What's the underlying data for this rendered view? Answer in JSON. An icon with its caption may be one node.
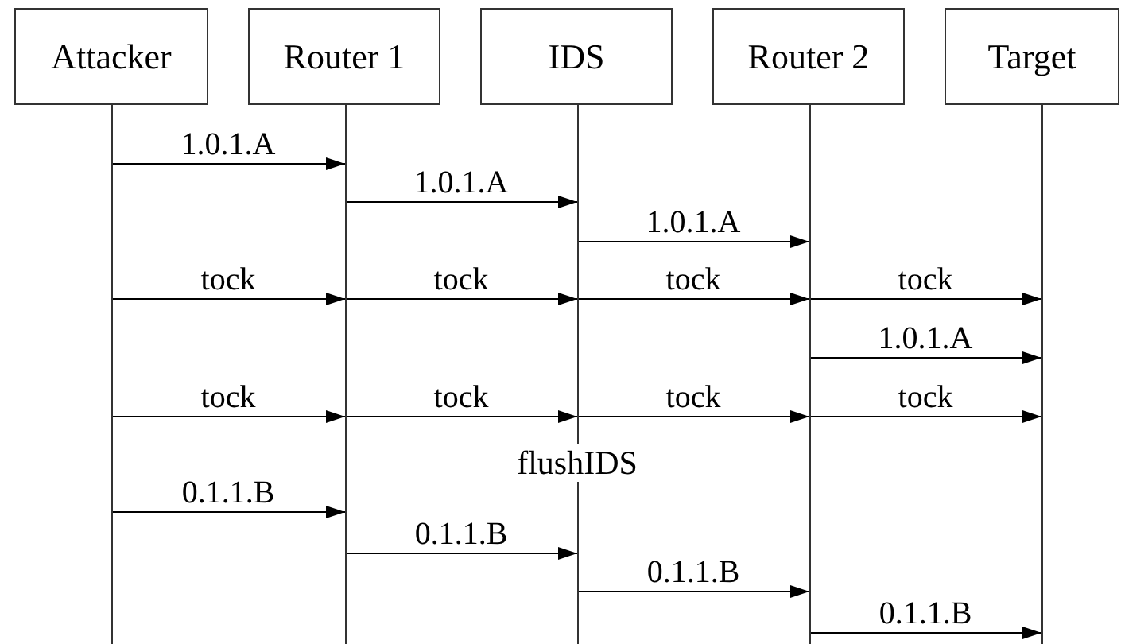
{
  "diagram": {
    "nodes": [
      {
        "text": [
          "Attacker"
        ]
      },
      {
        "text": [
          "Router 1"
        ]
      },
      {
        "text": [
          "IDS"
        ]
      },
      {
        "text": [
          "Router 2"
        ]
      },
      {
        "text": [
          "Target"
        ]
      },
      {
        "text": [],
        "shape": "line"
      },
      {
        "text": [],
        "shape": "line"
      },
      {
        "text": [],
        "shape": "line"
      },
      {
        "text": [],
        "shape": "line"
      },
      {
        "text": [],
        "shape": "line"
      }
    ],
    "edges": [
      {
        "from": 5,
        "to": 6,
        "arrow": "to",
        "label": "1.0.1.A"
      },
      {
        "from": 6,
        "to": 7,
        "arrow": "to",
        "label": "1.0.1.A"
      },
      {
        "from": 7,
        "to": 8,
        "arrow": "to",
        "label": "1.0.1.A"
      },
      {
        "from": 5,
        "to": 6,
        "arrow": "to",
        "label": "tock"
      },
      {
        "from": 6,
        "to": 7,
        "arrow": "to",
        "label": "tock"
      },
      {
        "from": 7,
        "to": 8,
        "arrow": "to",
        "label": "tock"
      },
      {
        "from": 8,
        "to": 9,
        "arrow": "to",
        "label": "tock"
      },
      {
        "from": 8,
        "to": 9,
        "arrow": "to",
        "label": "1.0.1.A"
      },
      {
        "from": 5,
        "to": 6,
        "arrow": "to",
        "label": "tock"
      },
      {
        "from": 6,
        "to": 7,
        "arrow": "to",
        "label": "tock"
      },
      {
        "from": 7,
        "to": 8,
        "arrow": "to",
        "label": "tock"
      },
      {
        "from": 8,
        "to": 9,
        "arrow": "to",
        "label": "tock"
      },
      {
        "from": 5,
        "to": 6,
        "arrow": "to",
        "label": "0.1.1.B"
      },
      {
        "from": 6,
        "to": 7,
        "arrow": "to",
        "label": "0.1.1.B"
      },
      {
        "from": 7,
        "to": 8,
        "arrow": "to",
        "label": "0.1.1.B"
      },
      {
        "from": 8,
        "to": 9,
        "arrow": "to",
        "label": "0.1.1.B"
      }
    ],
    "labels": [
      "flushIDS"
    ]
  }
}
